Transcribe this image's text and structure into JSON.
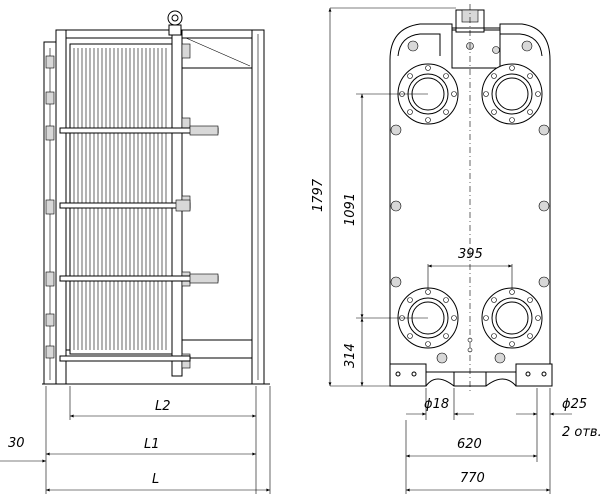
{
  "side_view": {
    "dimensions": {
      "L2": "L2",
      "L1": "L1",
      "L": "L",
      "gap": "30"
    }
  },
  "front_view": {
    "dimensions": {
      "height_total": "1797",
      "height_ports": "1091",
      "port_spacing": "395",
      "bottom_port": "314",
      "hole_small": "ϕ18",
      "hole_large": "ϕ25",
      "hole_count": "2 отв.",
      "width_inner": "620",
      "width_total": "770"
    }
  }
}
